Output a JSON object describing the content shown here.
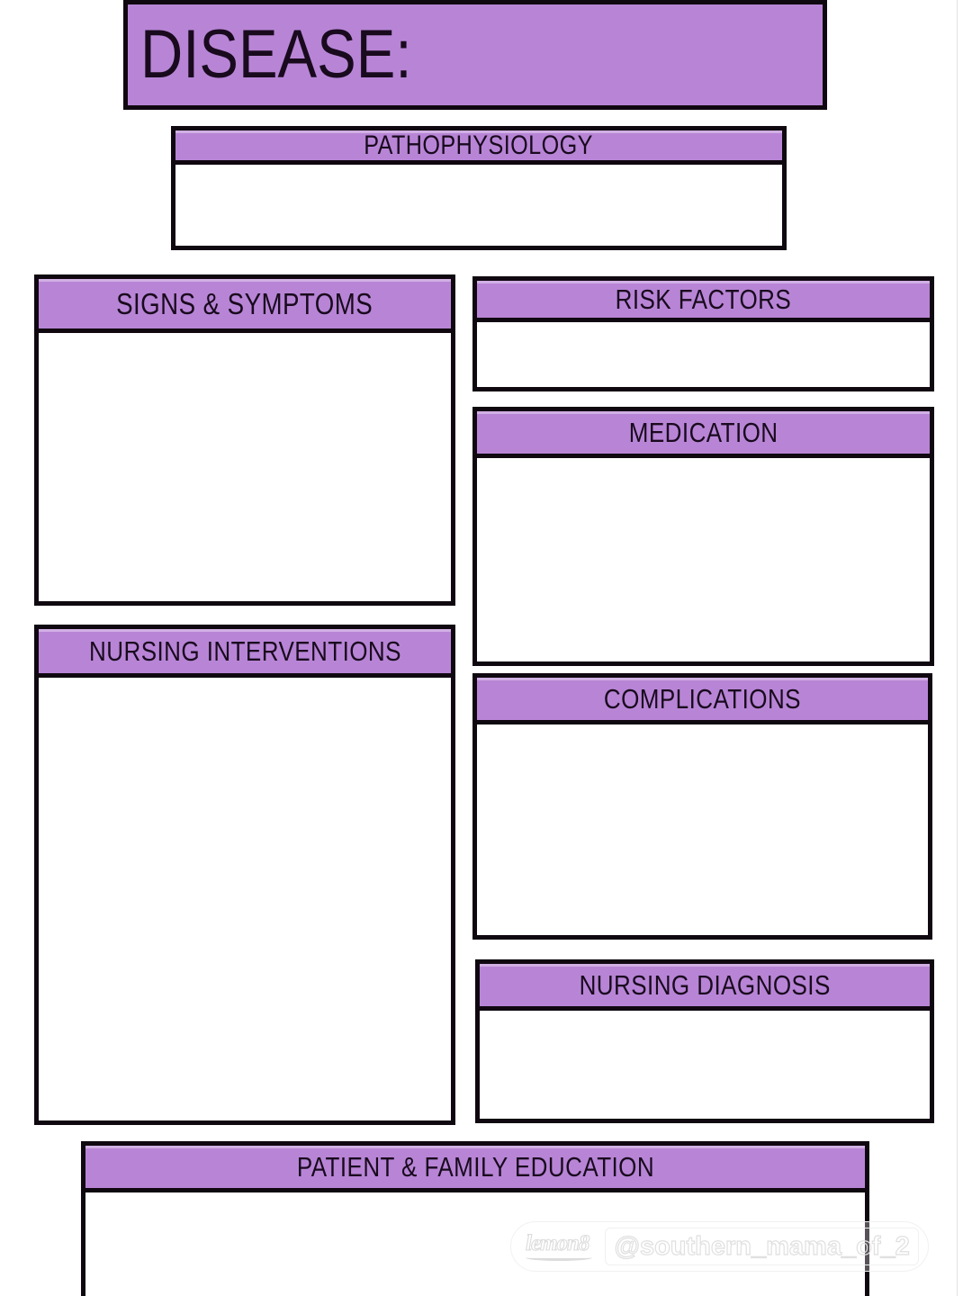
{
  "document": {
    "type": "nursing-disease-concept-map-worksheet",
    "title": "DISEASE:"
  },
  "theme": {
    "header_purple": "#b885d6",
    "border_black": "#100810",
    "page_background": "#ffffff",
    "text_color": "#190a1e"
  },
  "header": {
    "label": "DISEASE:",
    "value": ""
  },
  "sections": {
    "pathophysiology": {
      "label": "PATHOPHYSIOLOGY",
      "content": ""
    },
    "signs_symptoms": {
      "label": "SIGNS & SYMPTOMS",
      "content": ""
    },
    "nursing_interventions": {
      "label": "NURSING INTERVENTIONS",
      "content": ""
    },
    "risk_factors": {
      "label": "RISK FACTORS",
      "content": ""
    },
    "medication": {
      "label": "MEDICATION",
      "content": ""
    },
    "complications": {
      "label": "COMPLICATIONS",
      "content": ""
    },
    "nursing_diagnosis": {
      "label": "NURSING DIAGNOSIS",
      "content": ""
    },
    "patient_family_education": {
      "label": "PATIENT & FAMILY EDUCATION",
      "content": ""
    }
  },
  "watermark": {
    "app_logo_text": "lemon8",
    "handle": "@southern_mama_of_2"
  }
}
